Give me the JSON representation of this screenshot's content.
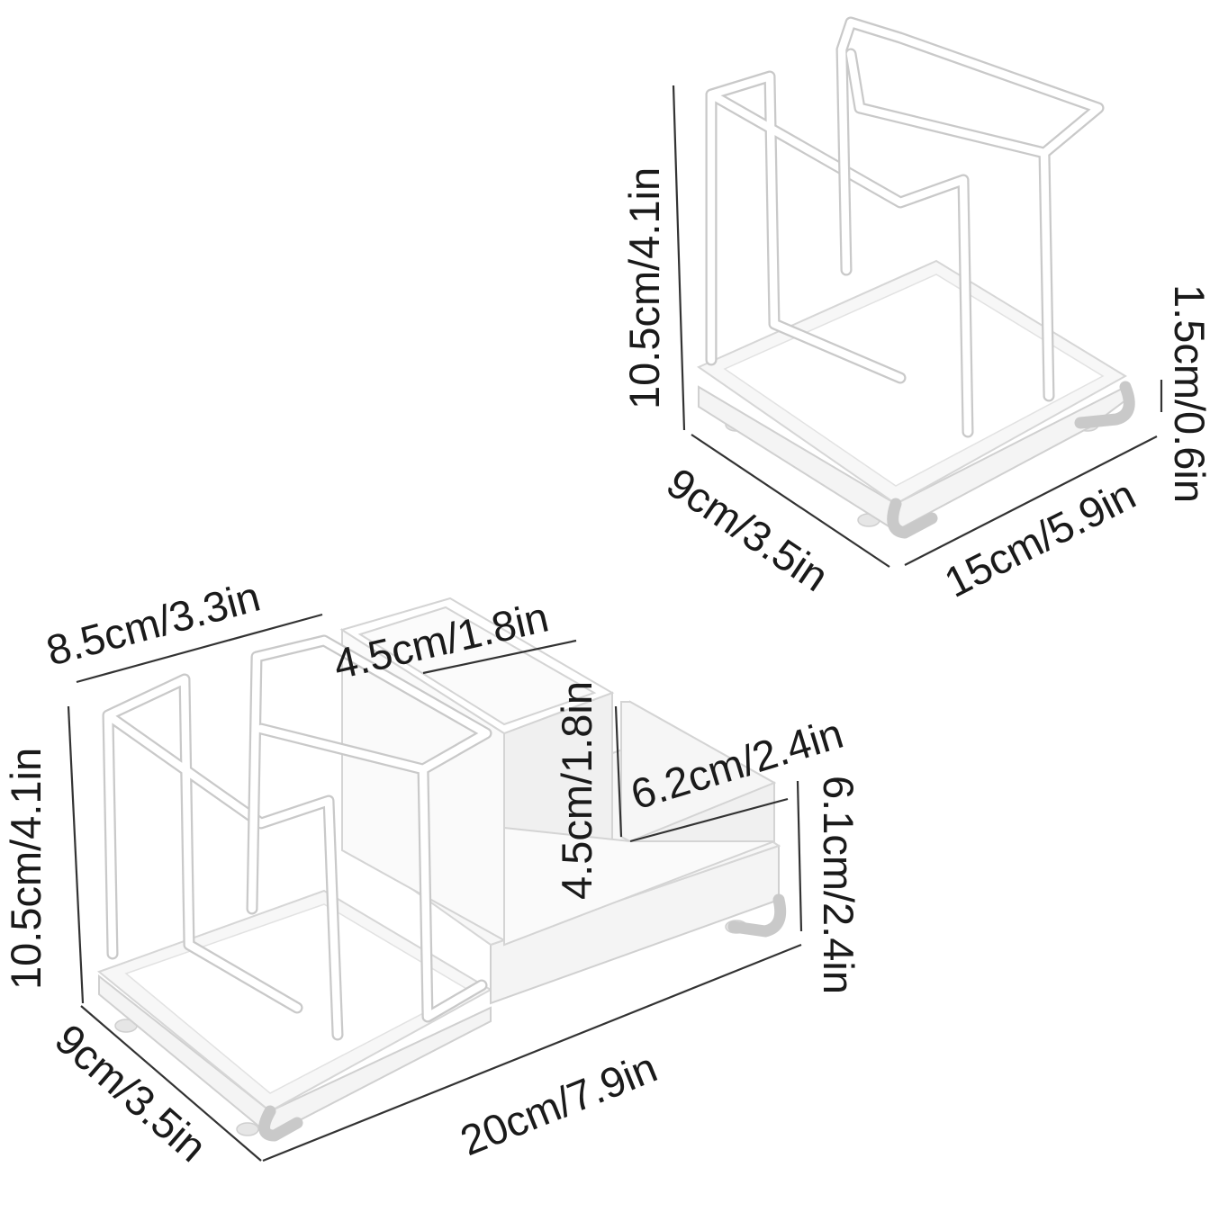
{
  "product": {
    "small_holder": {
      "height_label": "10.5cm/4.1in",
      "depth_label": "9cm/3.5in",
      "width_label": "15cm/5.9in",
      "base_height_label": "1.5cm/0.6in"
    },
    "large_holder": {
      "top_width_label": "8.5cm/3.3in",
      "height_label": "10.5cm/4.1in",
      "depth_label": "9cm/3.5in",
      "length_label": "20cm/7.9in",
      "cup_width_label": "4.5cm/1.8in",
      "cup_depth_label": "4.5cm/1.8in",
      "compartment_width_label": "6.2cm/2.4in",
      "compartment_height_label": "6.1cm/2.4in"
    }
  },
  "colors": {
    "background": "#ffffff",
    "product": "#ffffff",
    "outline": "#c9c9c9",
    "text": "#1a1a1a"
  }
}
